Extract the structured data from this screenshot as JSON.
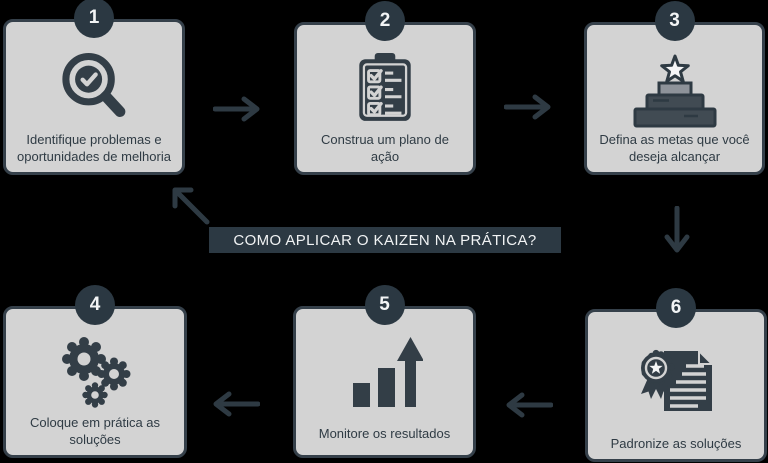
{
  "banner": {
    "label": "COMO APLICAR O KAIZEN NA PRÁTICA?"
  },
  "steps": [
    {
      "number": "1",
      "label": "Identifique problemas e oportunidades de melhoria",
      "icon": "magnifier-check-icon"
    },
    {
      "number": "2",
      "label": "Construa um plano de ação",
      "icon": "clipboard-checklist-icon"
    },
    {
      "number": "3",
      "label": "Defina as metas que você deseja alcançar",
      "icon": "star-podium-icon"
    },
    {
      "number": "4",
      "label": "Coloque em prática as soluções",
      "icon": "gears-icon"
    },
    {
      "number": "5",
      "label": "Monitore os resultados",
      "icon": "bar-chart-growth-icon"
    },
    {
      "number": "6",
      "label": "Padronize as soluções",
      "icon": "certified-document-icon"
    }
  ],
  "flow": {
    "arrows": [
      "1-to-2",
      "2-to-3",
      "3-to-6",
      "6-to-5",
      "5-to-4",
      "banner-to-1"
    ]
  },
  "colors": {
    "background": "#000000",
    "dark_slate": "#2e3a43",
    "box_fill": "#d3d3d3",
    "box_border": "#35404a",
    "badge_fill": "#2b3842",
    "banner_bg": "#2c3943",
    "banner_text": "#f1f3f4",
    "caption_text": "#2f3b44",
    "podium_gray": "#8e939a",
    "icon_light": "#f5f6f7"
  }
}
